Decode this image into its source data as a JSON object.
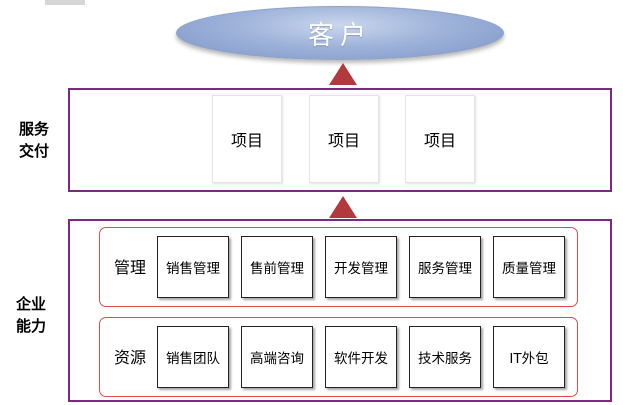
{
  "customer": {
    "label": "客户"
  },
  "delivery": {
    "label_line1": "服务",
    "label_line2": "交付",
    "projects": [
      "项目",
      "项目",
      "项目"
    ]
  },
  "capability": {
    "label_line1": "企业",
    "label_line2": "能力",
    "management": {
      "label": "管理",
      "items": [
        "销售管理",
        "售前管理",
        "开发管理",
        "服务管理",
        "质量管理"
      ]
    },
    "resources": {
      "label": "资源",
      "items": [
        "销售团队",
        "高端咨询",
        "软件开发",
        "技术服务",
        "IT外包"
      ]
    }
  },
  "colors": {
    "arrow": "#b23a3f",
    "band_border": "#7b2a82",
    "group_border": "#e04b4b",
    "ellipse": "#9fb3da"
  }
}
